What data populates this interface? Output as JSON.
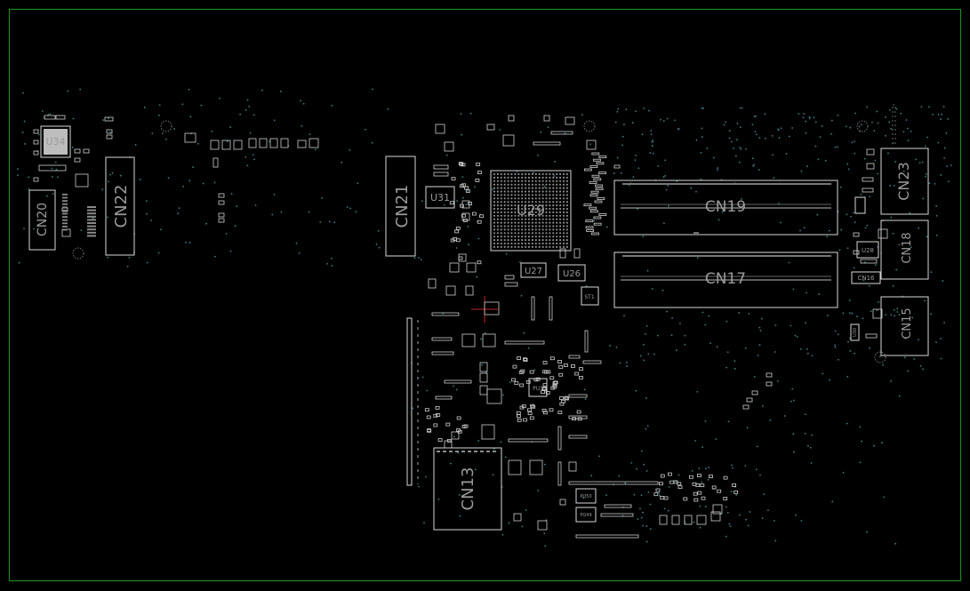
{
  "colors": {
    "background": "#000000",
    "board_edge": "#1f8a1f",
    "outline": "#d8d8d8",
    "label": "#9a9a9a",
    "via": "#3f7f86",
    "marker": "#ff3030"
  },
  "labels": {
    "u34": "U34",
    "cn20": "CN20",
    "cn22": "CN22",
    "cn21": "CN21",
    "u31": "U31",
    "u29": "U29",
    "u27": "U27",
    "u26": "U26",
    "st1": "ST1",
    "cn19": "CN19",
    "cn17": "CN17",
    "cn23": "CN23",
    "cn18": "CN18",
    "u28": "U28",
    "cn16": "CN16",
    "cn15": "CN15",
    "u30": "U30",
    "pu3": "PU3",
    "cn13": "CN13",
    "pq50": "PQ50",
    "pq49": "PQ49"
  }
}
